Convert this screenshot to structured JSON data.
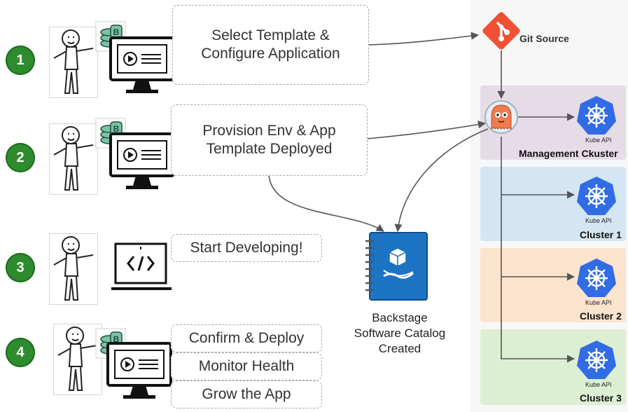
{
  "steps": [
    {
      "number": "1",
      "text": "Select Template &\nConfigure  Application"
    },
    {
      "number": "2",
      "text": "Provision Env & App\nTemplate Deployed"
    },
    {
      "number": "3",
      "text": "Start Developing!"
    },
    {
      "number": "4",
      "actions": [
        "Confirm & Deploy",
        "Monitor Health",
        "Grow the App"
      ]
    }
  ],
  "git": {
    "label": "Git Source"
  },
  "catalog": {
    "label": "Backstage\nSoftware Catalog\nCreated"
  },
  "kube_api_label": "Kube API",
  "clusters": [
    {
      "name": "Management Ckuster",
      "color": "#e6dce8"
    },
    {
      "name": "Cluster 1",
      "color": "#d4e6f3"
    },
    {
      "name": "Cluster 2",
      "color": "#fbe3cd"
    },
    {
      "name": "Cluster 3",
      "color": "#dcefd3"
    }
  ],
  "colors": {
    "step_green": "#2e8b2e",
    "git_orange": "#f05033",
    "kube_blue": "#326ce5",
    "book_blue": "#1d73c4",
    "argo_orange": "#ef7b4d"
  }
}
